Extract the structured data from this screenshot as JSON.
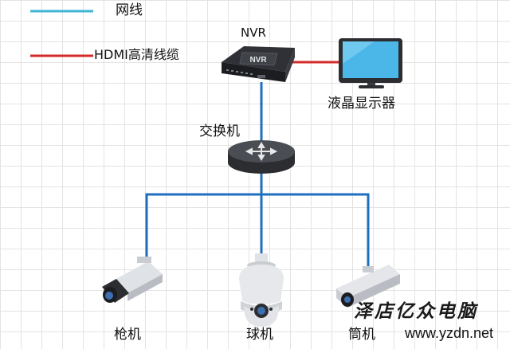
{
  "legend": {
    "network": {
      "label": "网线",
      "color": "#3fb6d6"
    },
    "hdmi": {
      "label": "HDMI高清线缆",
      "color": "#d42a2a"
    }
  },
  "devices": {
    "nvr": {
      "label": "NVR",
      "badge": "NVR"
    },
    "monitor": {
      "label": "液晶显示器"
    },
    "switch": {
      "label": "交换机"
    },
    "bullet_camera": {
      "label": "枪机"
    },
    "dome_camera": {
      "label": "球机"
    },
    "box_camera": {
      "label": "筒机"
    }
  },
  "links": {
    "network_color": "#1f6fc0",
    "hdmi_color": "#d42a2a"
  },
  "watermark": {
    "line1": "泽店亿众电脑",
    "line2": "www.yzdn.net"
  }
}
